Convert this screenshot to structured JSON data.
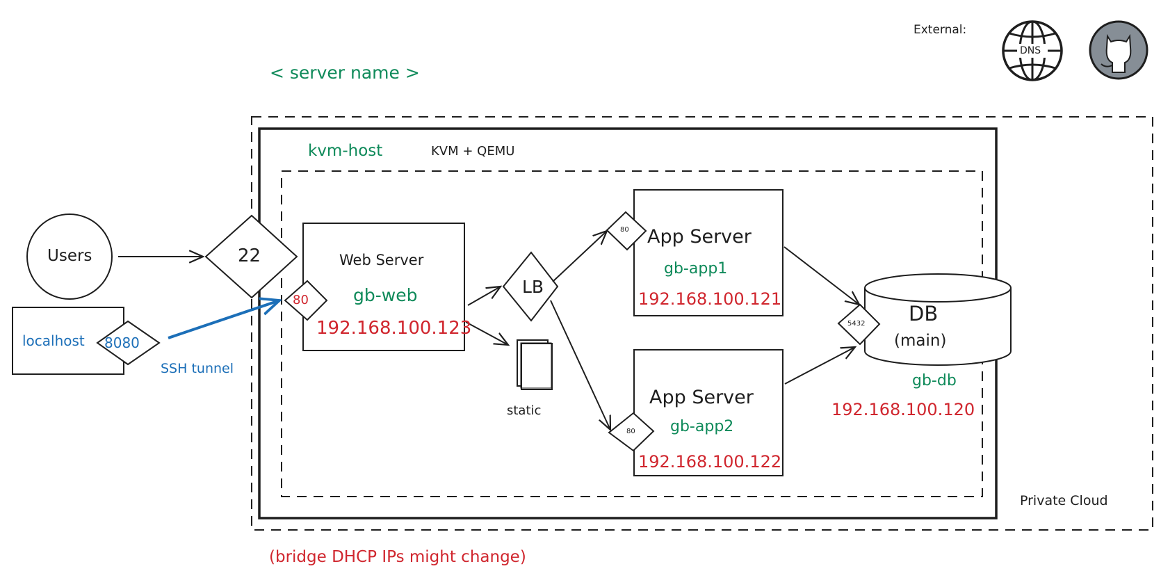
{
  "header": {
    "server_name_placeholder": "< server name >",
    "external_label": "External:",
    "external_icons": [
      {
        "name": "dns-globe-icon",
        "label": "DNS"
      },
      {
        "name": "github-icon",
        "label": ""
      }
    ]
  },
  "colors": {
    "hostname": "#0f8a5a",
    "ip": "#d0262e",
    "tunnel": "#1c6fb8",
    "stroke": "#1e1e1e",
    "github_fill": "#868e96"
  },
  "zones": {
    "private_cloud": "Private Cloud",
    "kvm_host": "kvm-host",
    "kvm_tech": "KVM + QEMU"
  },
  "nodes": {
    "users": {
      "label": "Users"
    },
    "ssh_port": {
      "label": "22"
    },
    "localhost": {
      "label": "localhost",
      "port": "8080"
    },
    "ssh_tunnel": {
      "label": "SSH tunnel"
    },
    "web_server": {
      "title": "Web Server",
      "hostname": "gb-web",
      "ip": "192.168.100.123",
      "port": "80"
    },
    "lb": {
      "label": "LB"
    },
    "static": {
      "label": "static"
    },
    "app1": {
      "title": "App Server",
      "hostname": "gb-app1",
      "ip": "192.168.100.121",
      "port": "80"
    },
    "app2": {
      "title": "App Server",
      "hostname": "gb-app2",
      "ip": "192.168.100.122",
      "port": "80"
    },
    "db": {
      "title": "DB",
      "subtitle": "(main)",
      "hostname": "gb-db",
      "ip": "192.168.100.120",
      "port": "5432"
    }
  },
  "notes": {
    "dhcp_warning": "(bridge DHCP IPs might change)"
  }
}
